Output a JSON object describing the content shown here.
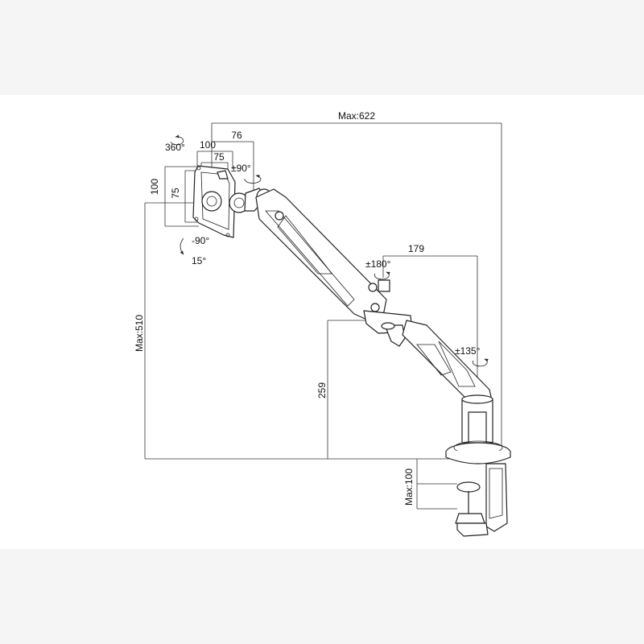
{
  "dimensions": {
    "max_reach": "Max:622",
    "arm_offset": "76",
    "vesa_outer_w": "100",
    "vesa_inner_w": "75",
    "vesa_outer_h": "100",
    "vesa_inner_h": "75",
    "joint_to_pole": "179",
    "max_height": "Max:510",
    "min_height": "259",
    "clamp_range": "Max:100"
  },
  "rotations": {
    "screen_rotation": "360°",
    "tilt_vertical": "±90°",
    "tilt_down": "-90°",
    "tilt_up": "15°",
    "elbow_swivel": "±180°",
    "base_swivel": "±135°"
  }
}
